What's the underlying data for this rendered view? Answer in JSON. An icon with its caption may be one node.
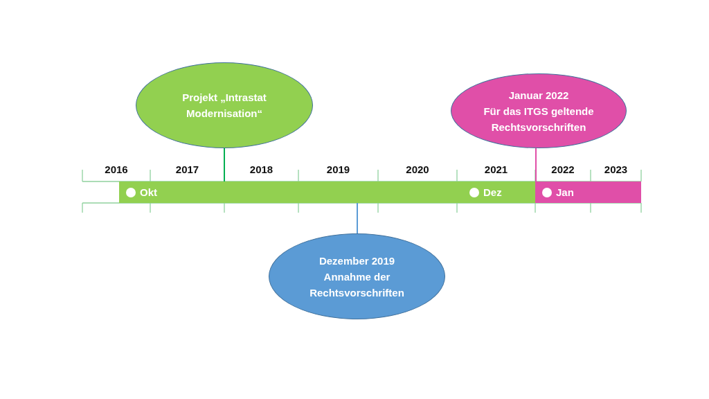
{
  "diagram": {
    "nodes": [
      {
        "text": [
          "Projekt „Intrastat Modernisation“"
        ]
      },
      {
        "text": [
          "Januar 2022",
          "Für das ITGS geltende Rechtsvorschriften"
        ]
      },
      {
        "text": [
          "Okt",
          "Dez"
        ]
      },
      {
        "text": [
          "Jan"
        ]
      },
      {
        "text": [
          "Dezember 2019",
          "Annahme der Rechtsvorschriften"
        ]
      }
    ],
    "edges": [
      {
        "from": 0,
        "to": 2,
        "arrow": "none",
        "color": "#00b050"
      },
      {
        "from": 1,
        "to": 3,
        "arrow": "none",
        "color": "#e04fa8"
      },
      {
        "from": 4,
        "to": 2,
        "arrow": "none",
        "color": "#5b9bd5"
      }
    ],
    "labels": [
      "2016",
      "2017",
      "2018",
      "2019",
      "2020",
      "2021",
      "2022",
      "2023"
    ]
  }
}
